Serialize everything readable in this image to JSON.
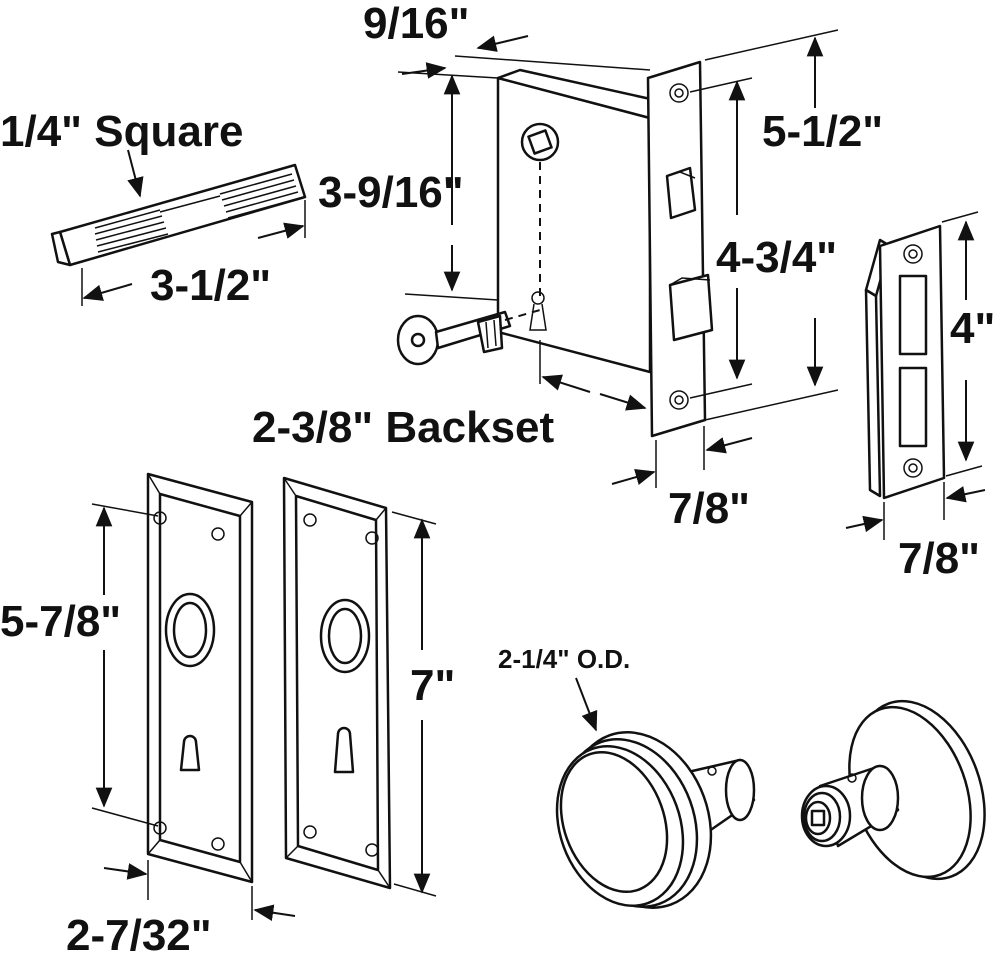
{
  "labels": {
    "spindle_square": "1/4\" Square",
    "spindle_length": "3-1/2\"",
    "lock_depth": "9/16\"",
    "lock_height": "3-9/16\"",
    "faceplate_height": "5-1/2\"",
    "screw_spacing": "4-3/4\"",
    "backset": "2-3/8\" Backset",
    "faceplate_width": "7/8\"",
    "strike_height": "4\"",
    "strike_width": "7/8\"",
    "plate_inner_height": "5-7/8\"",
    "plate_height": "7\"",
    "plate_width": "2-7/32\"",
    "knob_diameter": "2-1/4\" O.D."
  },
  "colors": {
    "ink": "#111111",
    "background": "#ffffff",
    "knob_shade": "#e6e6e6"
  },
  "icons": [
    "arrow-icon",
    "key-icon",
    "keyhole-icon",
    "screw-icon"
  ]
}
